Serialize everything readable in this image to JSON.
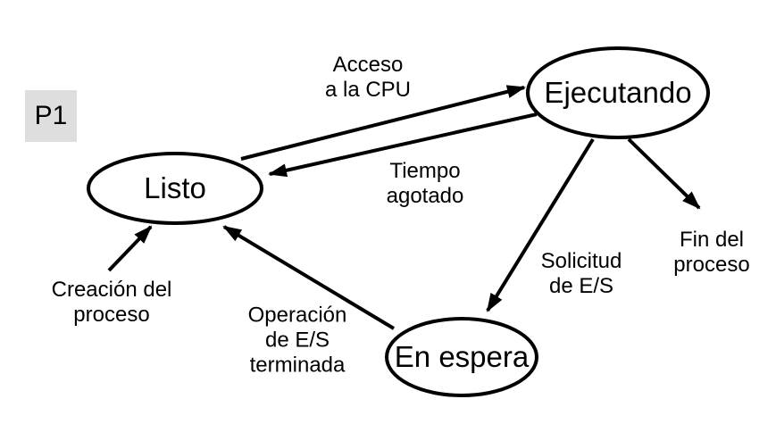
{
  "diagram": {
    "badge": {
      "label": "P1"
    },
    "nodes": [
      {
        "id": "listo",
        "label": "Listo"
      },
      {
        "id": "ejecutando",
        "label": "Ejecutando"
      },
      {
        "id": "en_espera",
        "label": "En espera"
      }
    ],
    "edges": [
      {
        "id": "acceso_cpu",
        "from": "Listo",
        "to": "Ejecutando",
        "label": "Acceso\na la CPU"
      },
      {
        "id": "tiempo_agotado",
        "from": "Ejecutando",
        "to": "Listo",
        "label": "Tiempo\nagotado"
      },
      {
        "id": "solicitud_es",
        "from": "Ejecutando",
        "to": "En espera",
        "label": "Solicitud\nde E/S"
      },
      {
        "id": "operacion_es_terminada",
        "from": "En espera",
        "to": "Listo",
        "label": "Operación\nde E/S\nterminada"
      },
      {
        "id": "creacion_proceso",
        "from": "",
        "to": "Listo",
        "label": "Creación del\nproceso"
      },
      {
        "id": "fin_proceso",
        "from": "Ejecutando",
        "to": "",
        "label": "Fin del\nproceso"
      }
    ],
    "colors": {
      "background": "#ffffff",
      "stroke": "#000000",
      "text": "#000000",
      "badge_background": "#dedede"
    }
  }
}
